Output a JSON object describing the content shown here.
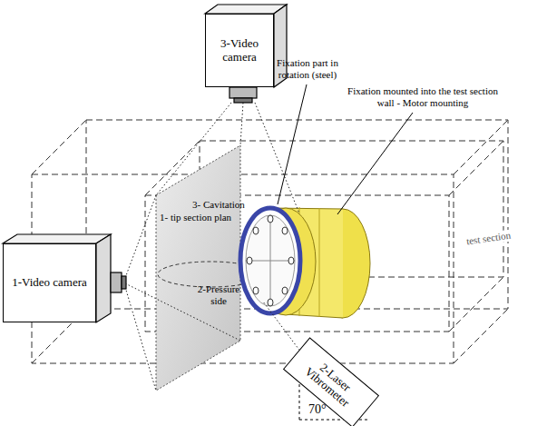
{
  "diagram": {
    "nodes": [
      {
        "text": [
          "3-Video camera"
        ]
      },
      {
        "text": [
          "1-Video camera"
        ]
      },
      {
        "text": [
          "2-Laser Vibrometer"
        ]
      }
    ],
    "labels": [
      "Fixation part in rotation (steel)",
      "Fixation mounted into the test section wall - Motor mounting",
      "3- Cavitation",
      "1- tip section plan",
      "2-Pressure side",
      "test section",
      "70°"
    ]
  }
}
